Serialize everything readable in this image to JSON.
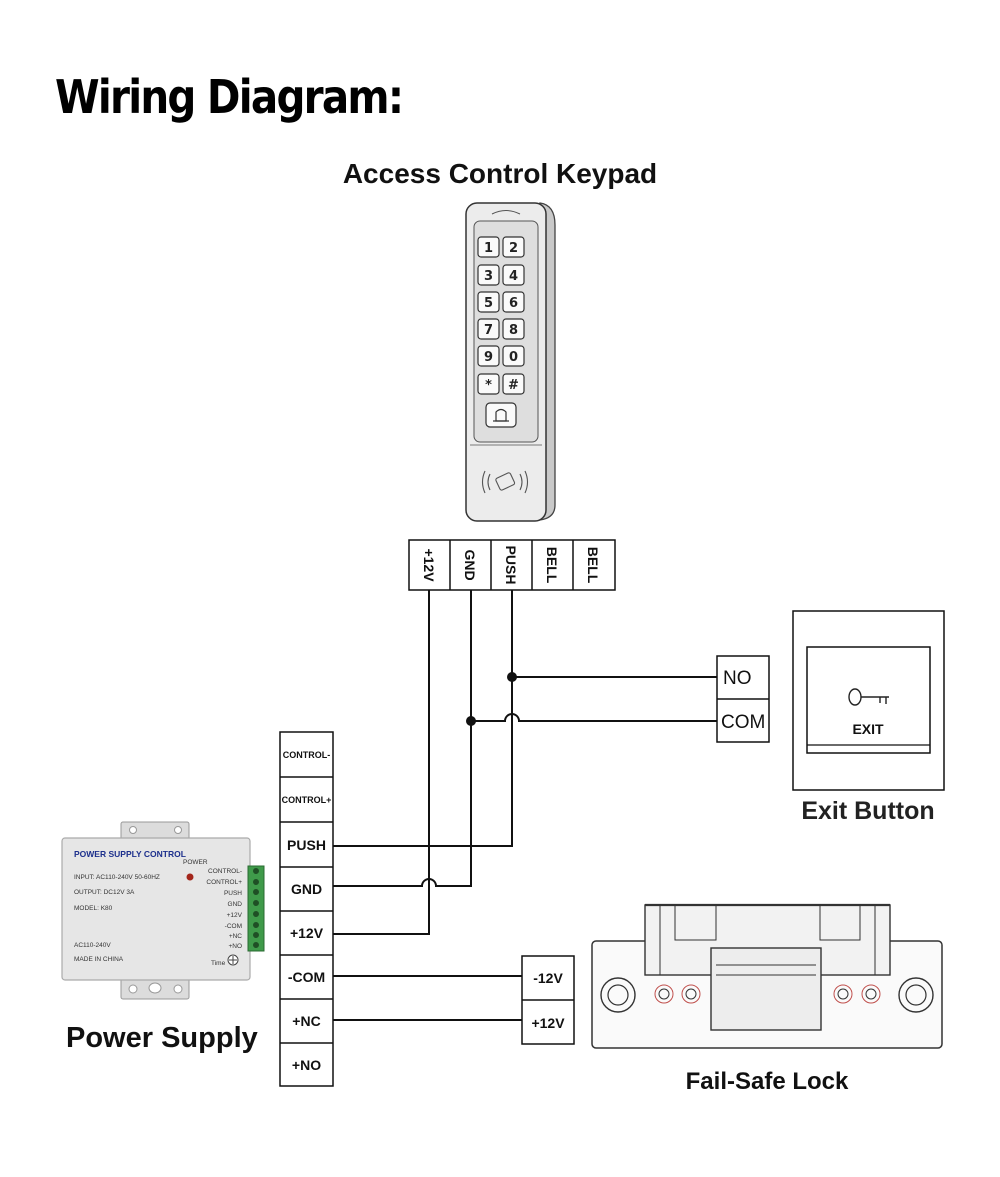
{
  "title": "Wiring Diagram:",
  "keypad": {
    "title": "Access Control Keypad",
    "keys": [
      "1",
      "2",
      "3",
      "4",
      "5",
      "6",
      "7",
      "8",
      "9",
      "0",
      "*",
      "#"
    ],
    "terminals": [
      "+12V",
      "GND",
      "PUSH",
      "BELL",
      "BELL"
    ]
  },
  "exit_button": {
    "title": "Exit Button",
    "panel_label": "EXIT",
    "terminals": [
      "NO",
      "COM"
    ]
  },
  "power_supply": {
    "title": "Power Supply",
    "terminals": [
      "CONTROL-",
      "CONTROL+",
      "PUSH",
      "GND",
      "+12V",
      "-COM",
      "+NC",
      "+NO"
    ],
    "unit": {
      "brand": "POWER SUPPLY CONTROL",
      "power_label": "POWER",
      "input": "INPUT: AC110-240V  50-60HZ",
      "output": "OUTPUT: DC12V  3A",
      "model": "MODEL: K80",
      "ac_label": "AC110-240V",
      "made_in": "MADE IN CHINA",
      "time_label": "Time",
      "side_labels": [
        "CONTROL-",
        "CONTROL+",
        "PUSH",
        "GND",
        "+12V",
        "-COM",
        "+NC",
        "+NO"
      ]
    }
  },
  "lock": {
    "title": "Fail-Safe Lock",
    "terminals": [
      "-12V",
      "+12V"
    ]
  },
  "colors": {
    "line": "#111111",
    "psu_body": "#e6e6e6",
    "psu_brand": "#1c2f8c",
    "terminal_green": "#3f9a4a",
    "power_led": "#a3261b"
  }
}
